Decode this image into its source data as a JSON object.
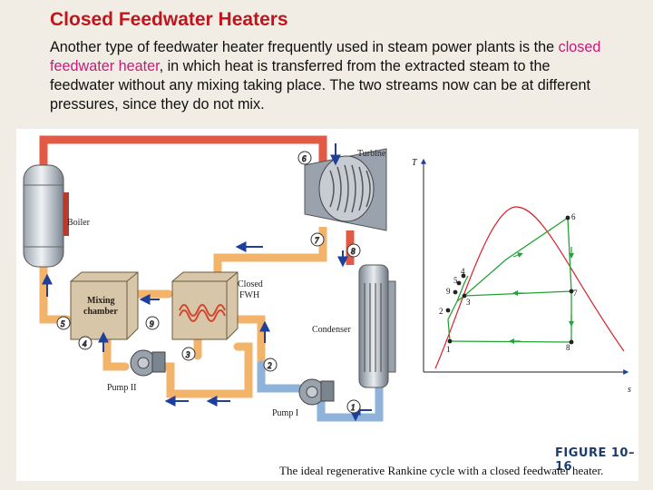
{
  "slide": {
    "title": "Closed Feedwater Heaters",
    "body_before": "Another type of feedwater heater frequently used in steam power plants is the ",
    "body_highlight": "closed feedwater heater",
    "body_after": ", in which heat is transferred from the extracted steam to the feedwater without any mixing taking place. The two streams now can be at different pressures, since they do not mix."
  },
  "figure": {
    "number": "FIGURE 10–16",
    "caption": "The ideal regenerative Rankine cycle with a closed feedwater heater.",
    "labels": {
      "turbine": "Turbine",
      "boiler": "Boiler",
      "mixing_line1": "Mixing",
      "mixing_line2": "chamber",
      "fwh_line1": "Closed",
      "fwh_line2": "FWH",
      "condenser": "Condenser",
      "pump1": "Pump I",
      "pump2": "Pump II"
    },
    "states": [
      "1",
      "2",
      "3",
      "4",
      "5",
      "6",
      "7",
      "8",
      "9"
    ],
    "ts_diagram": {
      "y_axis": "T",
      "x_axis": "s",
      "points": [
        "1",
        "2",
        "3",
        "4",
        "5",
        "6",
        "7",
        "8",
        "9"
      ]
    },
    "colors": {
      "hot_steam": "#e05a45",
      "warm_water": "#f2b36a",
      "cold_water": "#8fb2d8",
      "arrow": "#1e3f9a",
      "cycle": "#22a336",
      "dome": "#d8202a"
    }
  }
}
